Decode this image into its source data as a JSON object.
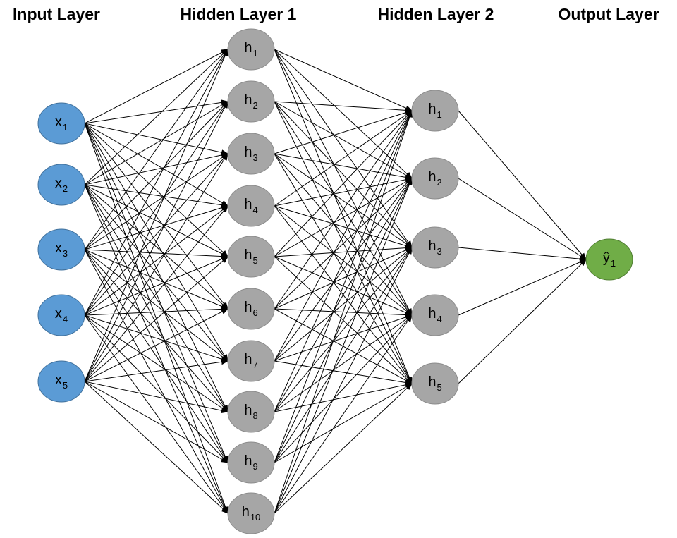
{
  "layers": [
    {
      "title": "Input Layer",
      "color": "#5b9bd5",
      "stroke": "#41719c",
      "nodes": [
        {
          "base": "x",
          "sub": "1"
        },
        {
          "base": "x",
          "sub": "2"
        },
        {
          "base": "x",
          "sub": "3"
        },
        {
          "base": "x",
          "sub": "4"
        },
        {
          "base": "x",
          "sub": "5"
        }
      ]
    },
    {
      "title": "Hidden Layer 1",
      "color": "#a6a6a6",
      "stroke": "#8c8c8c",
      "nodes": [
        {
          "base": "h",
          "sub": "1"
        },
        {
          "base": "h",
          "sub": "2"
        },
        {
          "base": "h",
          "sub": "3"
        },
        {
          "base": "h",
          "sub": "4"
        },
        {
          "base": "h",
          "sub": "5"
        },
        {
          "base": "h",
          "sub": "6"
        },
        {
          "base": "h",
          "sub": "7"
        },
        {
          "base": "h",
          "sub": "8"
        },
        {
          "base": "h",
          "sub": "9"
        },
        {
          "base": "h",
          "sub": "10"
        }
      ]
    },
    {
      "title": "Hidden Layer 2",
      "color": "#a6a6a6",
      "stroke": "#8c8c8c",
      "nodes": [
        {
          "base": "h",
          "sub": "1"
        },
        {
          "base": "h",
          "sub": "2"
        },
        {
          "base": "h",
          "sub": "3"
        },
        {
          "base": "h",
          "sub": "4"
        },
        {
          "base": "h",
          "sub": "5"
        }
      ]
    },
    {
      "title": "Output Layer",
      "color": "#70ad47",
      "stroke": "#507e32",
      "nodes": [
        {
          "base": "ŷ",
          "sub": "1"
        }
      ]
    }
  ],
  "edge_color": "#000000",
  "connectivity": "fully-connected"
}
